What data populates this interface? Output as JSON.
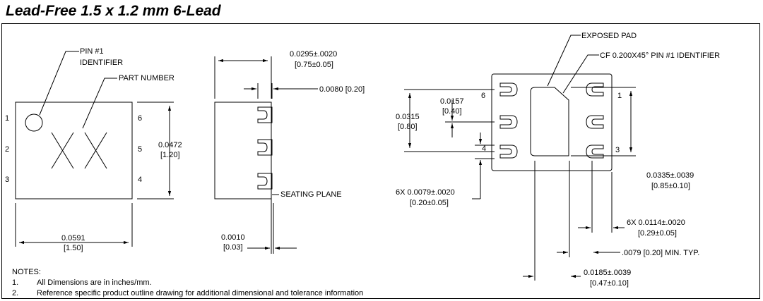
{
  "title": "Lead-Free 1.5 x 1.2 mm 6-Lead",
  "top_view": {
    "pin1_identifier_line1": "PIN #1",
    "pin1_identifier_line2": "IDENTIFIER",
    "part_number": "PART NUMBER",
    "marking": "XX",
    "pins_left": [
      "1",
      "2",
      "3"
    ],
    "pins_right": [
      "6",
      "5",
      "4"
    ],
    "height_dim_in": "0.0472",
    "height_dim_mm": "[1.20]",
    "width_dim_in": "0.0591",
    "width_dim_mm": "[1.50]"
  },
  "side_view": {
    "height_dim_in": "0.0295±.0020",
    "height_dim_mm": "[0.75±0.05]",
    "lead_dim": "0.0080 [0.20]",
    "seating_plane": "SEATING PLANE",
    "standoff_in": "0.0010",
    "standoff_mm": "[0.03]"
  },
  "bottom_view": {
    "exposed_pad": "EXPOSED PAD",
    "chamfer_label": "CF  0.200X45°  PIN #1 IDENTIFIER",
    "pins_left": [
      "6",
      "4"
    ],
    "pins_right": [
      "1",
      "3"
    ],
    "pitch_in": "0.0157",
    "pitch_mm": "[0.40]",
    "span_in": "0.0315",
    "span_mm": "[0.80]",
    "lead_width_in": "6X 0.0079±.0020",
    "lead_width_mm": "[0.20±0.05]",
    "pad_height_in": "0.0335±.0039",
    "pad_height_mm": "[0.85±0.10]",
    "lead_length_in": "6X 0.0114±.0020",
    "lead_length_mm": "[0.29±0.05]",
    "min_typ": ".0079 [0.20] MIN. TYP.",
    "pad_width_in": "0.0185±.0039",
    "pad_width_mm": "[0.47±0.10]"
  },
  "notes": {
    "heading": "NOTES:",
    "items": [
      {
        "num": "1.",
        "text": "All Dimensions are in inches/mm."
      },
      {
        "num": "2.",
        "text": "Reference specific product outline drawing for additional dimensional and tolerance information"
      }
    ]
  }
}
